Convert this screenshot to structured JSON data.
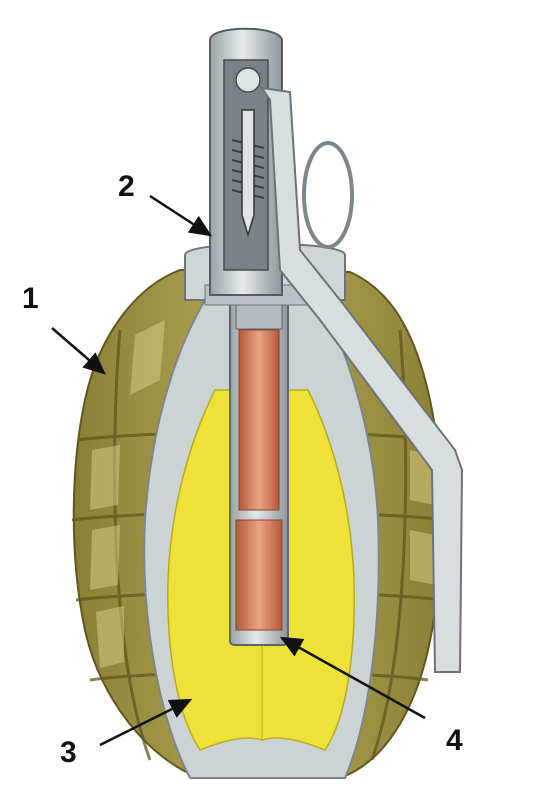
{
  "callouts": [
    {
      "id": "1",
      "label": "1",
      "part": "fragmentation-body"
    },
    {
      "id": "2",
      "label": "2",
      "part": "fuze"
    },
    {
      "id": "3",
      "label": "3",
      "part": "explosive-charge"
    },
    {
      "id": "4",
      "label": "4",
      "part": "detonator-tube"
    }
  ],
  "colors": {
    "body_olive": "#a69a4c",
    "body_shadow": "#7a6f2c",
    "body_highlight": "#cfc57c",
    "explosive_yellow": "#eee23a",
    "casing_gray": "#c7d0d2",
    "metal_dark": "#6d7478",
    "metal_light": "#dfe4e6",
    "detonator_copper": "#c8704a",
    "detonator_copper_light": "#e8a080",
    "arrow": "#111111"
  }
}
